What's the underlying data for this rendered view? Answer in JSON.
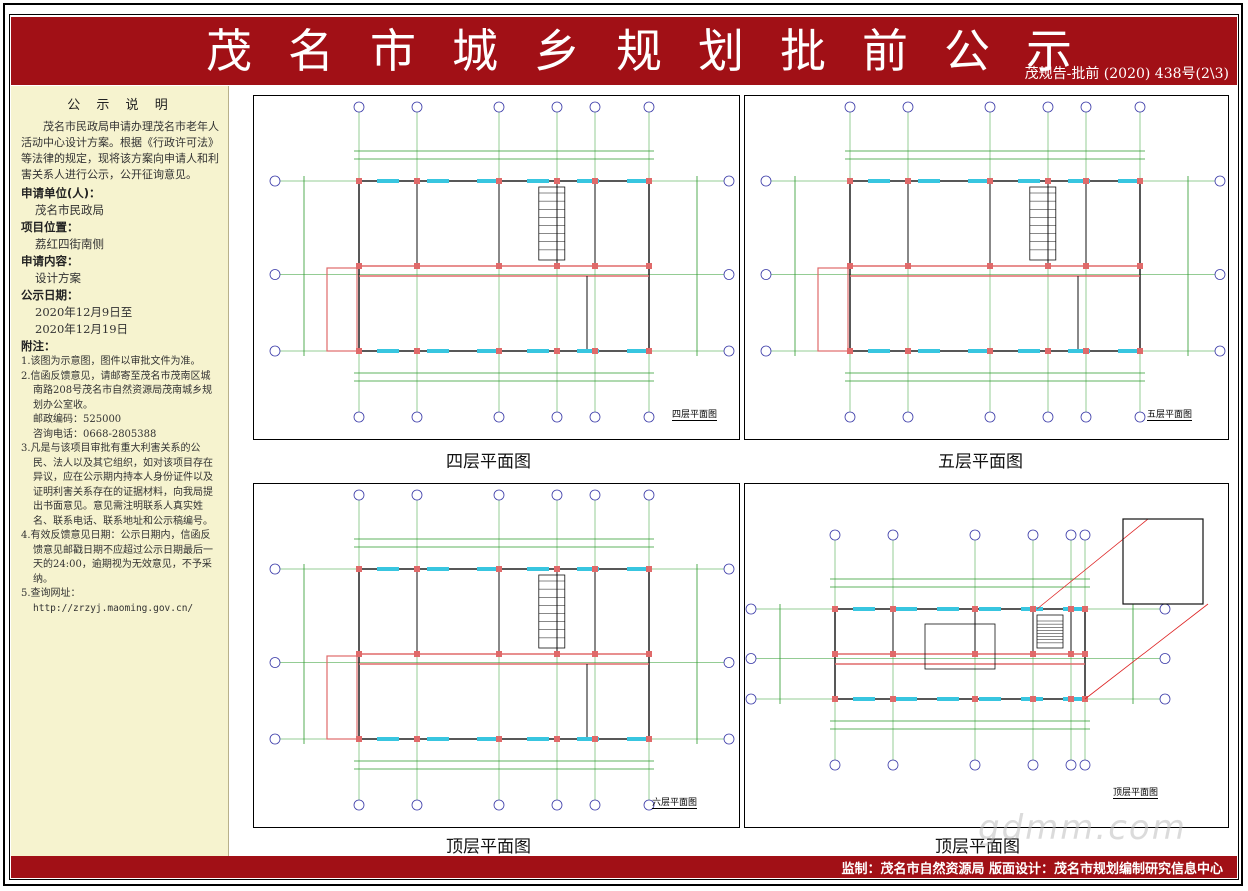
{
  "header": {
    "title": "茂名市城乡规划批前公示",
    "code": "茂规告-批前 (2020) 438号(2\\3)"
  },
  "sidebar": {
    "heading": "公 示 说 明",
    "intro": "茂名市民政局申请办理茂名市老年人活动中心设计方案。根据《行政许可法》等法律的规定，现将该方案向申请人和利害关系人进行公示，公开征询意见。",
    "applicant_label": "申请单位(人)：",
    "applicant": "茂名市民政局",
    "location_label": "项目位置：",
    "location": "荔红四街南侧",
    "content_label": "申请内容：",
    "content": "设计方案",
    "date_label": "公示日期：",
    "date_from": "2020年12月9日至",
    "date_to": "2020年12月19日",
    "notes_label": "附注：",
    "note1": "1.该图为示意图，图件以审批文件为准。",
    "note2": "2.信函反馈意见，请邮寄至茂名市茂南区城南路208号茂名市自然资源局茂南城乡规划办公室收。",
    "postcode": "邮政编码：525000",
    "phone": "咨询电话：0668-2805388",
    "note3": "3.凡是与该项目审批有重大利害关系的公民、法人以及其它组织，如对该项目存在异议，应在公示期内持本人身份证件以及证明利害关系存在的证据材料，向我局提出书面意见。意见需注明联系人真实姓名、联系电话、联系地址和公示稿编号。",
    "note4": "4.有效反馈意见日期：公示日期内，信函反馈意见邮戳日期不应超过公示日期最后一天的24:00，逾期视为无效意见，不予采纳。",
    "note5": "5.查询网址：",
    "url": "http://zrzyj.maoming.gov.cn/"
  },
  "panels": [
    {
      "caption": "四层平面图",
      "inner_label": "四层平面图"
    },
    {
      "caption": "五层平面图",
      "inner_label": "五层平面图"
    },
    {
      "caption": "顶层平面图",
      "inner_label": "六层平面图"
    },
    {
      "caption": "顶层平面图",
      "inner_label": "顶层平面图"
    }
  ],
  "footer": {
    "text": "监制：茂名市自然资源局    版面设计：茂名市规划编制研究信息中心"
  },
  "watermark": "gdmm.com",
  "colors": {
    "header_red": "#a11016",
    "sidebar_bg": "#f6f3cf",
    "wall_red": "#e06a6a",
    "window_cyan": "#38c6e0",
    "axis_blue": "#3a3aa8",
    "grid_green": "#2a9a2a"
  }
}
